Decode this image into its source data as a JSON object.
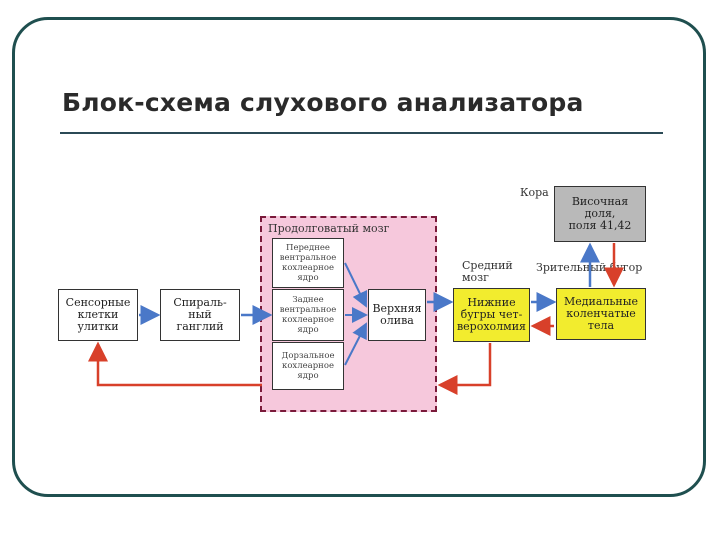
{
  "title": "Блок-схема слухового анализатора",
  "colors": {
    "blue_arrow": "#4a78c8",
    "red_arrow": "#d8402a",
    "medulla_fill": "#f6c8dc",
    "yellow_box": "#f2ec2e",
    "gray_box": "#b9b9b9",
    "frame": "#1f4f4f"
  },
  "diagram": {
    "sensory": "Сенсорные\nклетки\nулитки",
    "spiral": "Спираль-\nный\nганглий",
    "medulla_label": "Продолговатый мозг",
    "nuclei": [
      "Переднее\nвентральное\nкохлеарное\nядро",
      "Заднее\nвентральное\nкохлеарное\nядро",
      "Дорзальное\nкохлеарное\nядро"
    ],
    "olive": "Верхняя\nолива",
    "midbrain_label": "Средний\nмозг",
    "colliculi": "Нижние\nбугры чет-\nверохолмия",
    "thalamus_label": "Зрительный бугор",
    "geniculate": "Медиальные\nколенчатые\nтела",
    "cortex_label": "Кора",
    "temporal": "Височная\nдоля,\nполя 41,42"
  }
}
